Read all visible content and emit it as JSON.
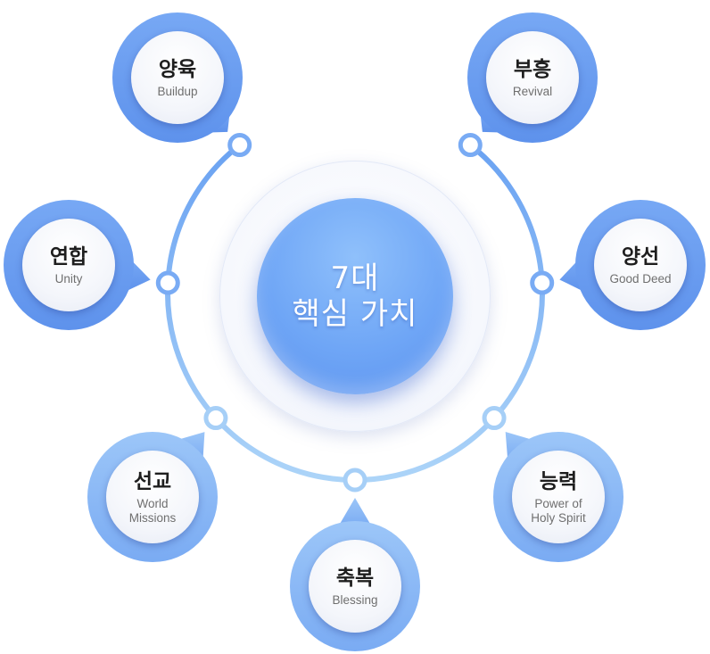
{
  "center": {
    "line1": "7대",
    "line2": "핵심 가치"
  },
  "colors": {
    "ring_top": "#6fa5f3",
    "ring_bottom": "#a9d2f7",
    "node_bubble": "#6f9ff0",
    "center_fill": "#6fa6f6"
  },
  "values": [
    {
      "id": "buildup",
      "ko": "양육",
      "en": [
        "Buildup"
      ]
    },
    {
      "id": "revival",
      "ko": "부흥",
      "en": [
        "Revival"
      ]
    },
    {
      "id": "unity",
      "ko": "연합",
      "en": [
        "Unity"
      ]
    },
    {
      "id": "good-deed",
      "ko": "양선",
      "en": [
        "Good Deed"
      ]
    },
    {
      "id": "world-missions",
      "ko": "선교",
      "en": [
        "World",
        "Missions"
      ]
    },
    {
      "id": "power-of-holy-spirit",
      "ko": "능력",
      "en": [
        "Power of",
        "Holy Spirit"
      ]
    },
    {
      "id": "blessing",
      "ko": "축복",
      "en": [
        "Blessing"
      ]
    }
  ]
}
